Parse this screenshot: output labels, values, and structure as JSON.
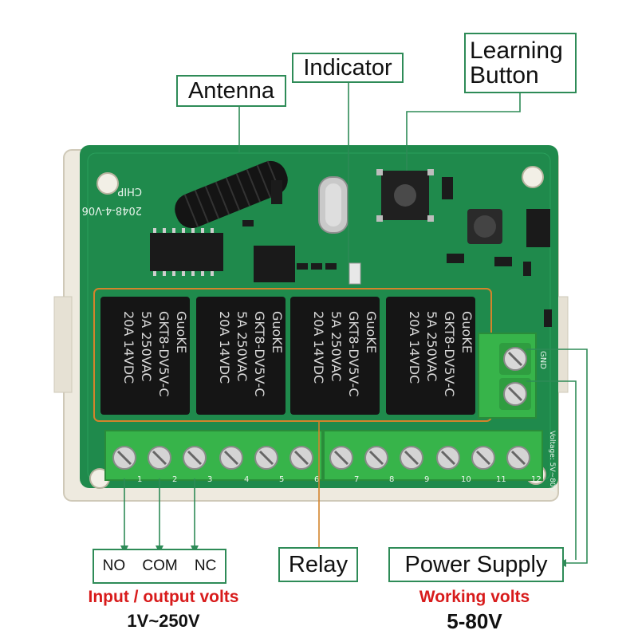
{
  "labels": {
    "antenna": "Antenna",
    "indicator": "Indicator",
    "learning_button_line1": "Learning",
    "learning_button_line2": "Button",
    "relay": "Relay",
    "power_supply": "Power Supply",
    "no": "NO",
    "com": "COM",
    "nc": "NC"
  },
  "notes": {
    "io_volts_title": "Input / output volts",
    "io_volts_value": "1V~250V",
    "working_volts_title": "Working volts",
    "working_volts_value": "5-80V"
  },
  "board": {
    "model": "2048-4-V06",
    "chip": "CHIP",
    "relay_text": [
      "GuoKE",
      "GKT8-DV5V-C",
      "5A 250VAC",
      "20A 14VDC"
    ],
    "terminal_numbers": [
      "1",
      "2",
      "3",
      "4",
      "5",
      "6",
      "7",
      "8",
      "9",
      "10",
      "11",
      "12"
    ],
    "power_terminal_label": "GND",
    "voltage_mark": "Voltage: 5V~80V"
  },
  "colors": {
    "pcb": "#1f8a4c",
    "pcb_dark": "#16723c",
    "terminal": "#37b44a",
    "label_border": "#2e8b57",
    "callout_line": "#2e8b57",
    "relay_outline": "#d4832c",
    "note_red": "#d81b1b"
  }
}
